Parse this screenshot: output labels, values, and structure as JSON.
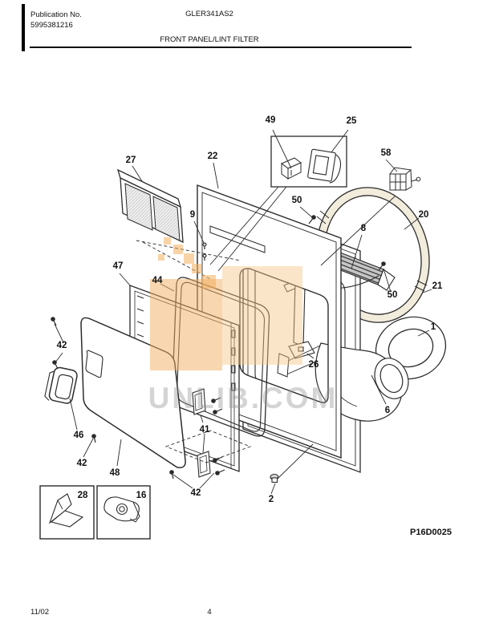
{
  "header": {
    "publication_label": "Publication No.",
    "publication_number": "5995381216",
    "model": "GLER341AS2",
    "section_title": "FRONT PANEL/LINT FILTER"
  },
  "footer": {
    "date": "11/02",
    "page_number": "4"
  },
  "diagram": {
    "code": "P16D0025",
    "watermark": {
      "text": "UNLIB.COM",
      "accent_color": "#f2ae5f",
      "text_color": "#949494"
    },
    "line_color": "#2b2b2b",
    "callouts": [
      {
        "label": "49"
      },
      {
        "label": "25"
      },
      {
        "label": "58"
      },
      {
        "label": "27"
      },
      {
        "label": "22"
      },
      {
        "label": "9"
      },
      {
        "label": "50"
      },
      {
        "label": "20"
      },
      {
        "label": "8"
      },
      {
        "label": "21"
      },
      {
        "label": "50"
      },
      {
        "label": "47"
      },
      {
        "label": "44"
      },
      {
        "label": "1"
      },
      {
        "label": "42"
      },
      {
        "label": "26"
      },
      {
        "label": "46"
      },
      {
        "label": "42"
      },
      {
        "label": "48"
      },
      {
        "label": "41"
      },
      {
        "label": "6"
      },
      {
        "label": "42"
      },
      {
        "label": "2"
      },
      {
        "label": "28"
      },
      {
        "label": "16"
      }
    ]
  }
}
